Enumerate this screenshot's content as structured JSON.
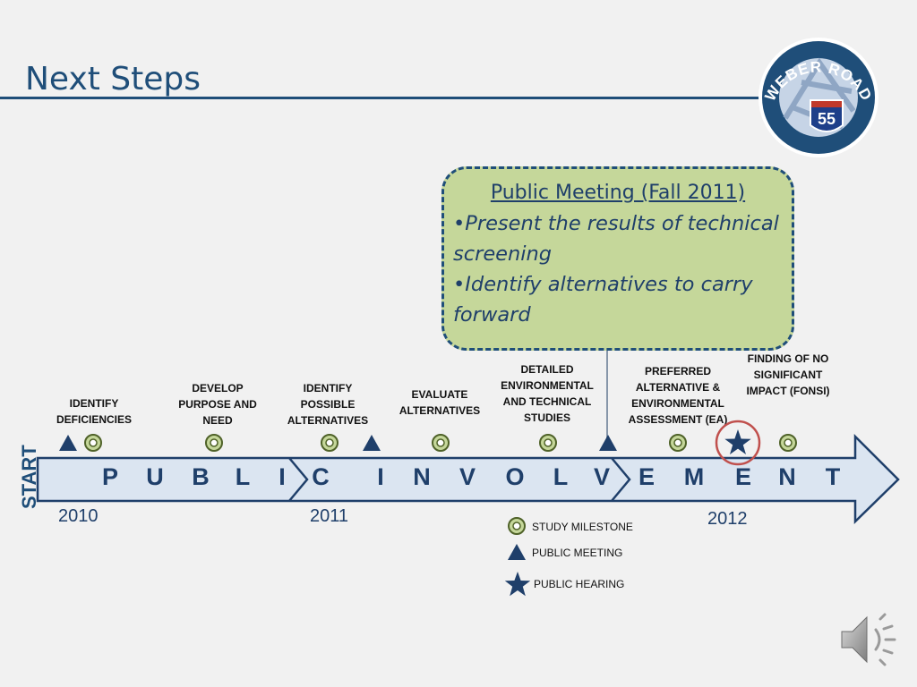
{
  "slide": {
    "title": "Next Steps",
    "logo": {
      "line1": "WEBER ROAD",
      "shield_number": "55"
    }
  },
  "callout": {
    "heading": "Public Meeting (Fall 2011)",
    "bullets": [
      "•Present the results of technical screening",
      "•Identify alternatives to carry forward"
    ]
  },
  "timeline": {
    "start_label": "START",
    "banner_letters": [
      "P",
      "U",
      "B",
      "L",
      "I",
      "C",
      "I",
      "N",
      "V",
      "O",
      "L",
      "V",
      "E",
      "M",
      "E",
      "N",
      "T"
    ],
    "years": [
      "2010",
      "2011",
      "2012"
    ],
    "milestones": [
      "IDENTIFY DEFICIENCIES",
      "DEVELOP PURPOSE AND NEED",
      "IDENTIFY POSSIBLE ALTERNATIVES",
      "EVALUATE ALTERNATIVES",
      "DETAILED ENVIRONMENTAL AND TECHNICAL STUDIES",
      "PREFERRED ALTERNATIVE & ENVIRONMENTAL ASSESSMENT (EA)",
      "FINDING OF NO SIGNIFICANT IMPACT (FONSI)"
    ]
  },
  "legend": {
    "study_milestone": "STUDY MILESTONE",
    "public_meeting": "PUBLIC MEETING",
    "public_hearing": "PUBLIC HEARING"
  },
  "colors": {
    "navy": "#1f3f6a",
    "arrow_fill": "#dbe5f1",
    "callout_fill": "#c5d79a",
    "milestone_green": "#a3c47a",
    "highlight_red": "#c0504d"
  },
  "icons": {
    "audio": "speaker-icon"
  }
}
